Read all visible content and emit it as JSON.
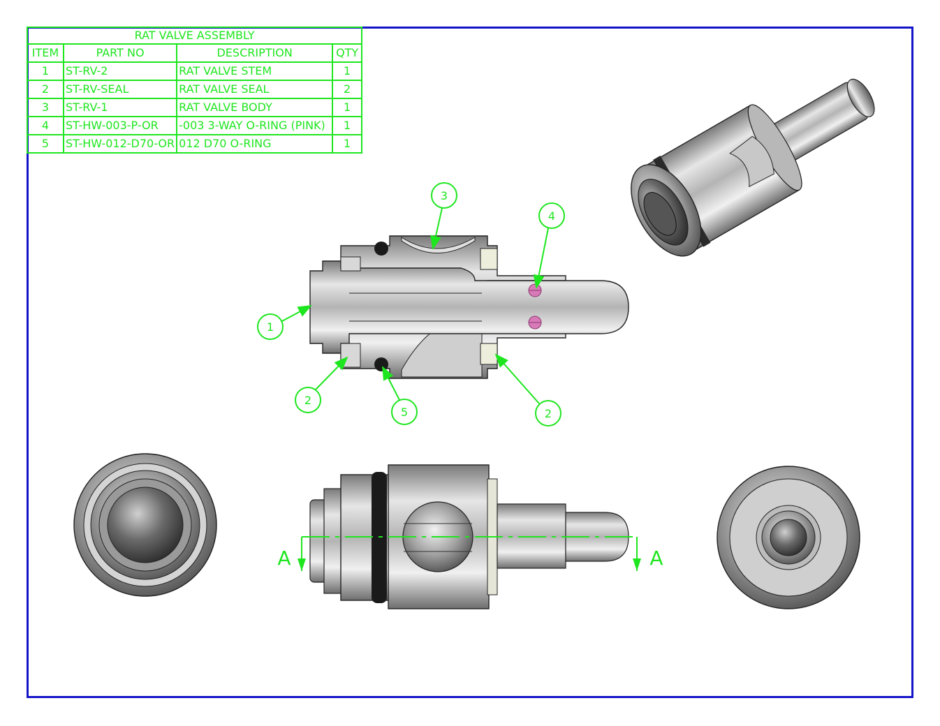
{
  "bom": {
    "title": "RAT VALVE ASSEMBLY",
    "headers": {
      "item": "ITEM",
      "part": "PART NO",
      "desc": "DESCRIPTION",
      "qty": "QTY"
    },
    "rows": [
      {
        "item": "1",
        "part": "ST-RV-2",
        "desc": "RAT VALVE STEM",
        "qty": "1"
      },
      {
        "item": "2",
        "part": "ST-RV-SEAL",
        "desc": "RAT VALVE SEAL",
        "qty": "2"
      },
      {
        "item": "3",
        "part": "ST-RV-1",
        "desc": "RAT VALVE BODY",
        "qty": "1"
      },
      {
        "item": "4",
        "part": "ST-HW-003-P-OR",
        "desc": "-003 3-WAY O-RING (PINK)",
        "qty": "1"
      },
      {
        "item": "5",
        "part": "ST-HW-012-D70-OR",
        "desc": "012 D70 O-RING",
        "qty": "1"
      }
    ]
  },
  "balloons": {
    "b1": "1",
    "b2a": "2",
    "b2b": "2",
    "b3": "3",
    "b4": "4",
    "b5": "5"
  },
  "section": {
    "left": "A",
    "right": "A"
  },
  "colors": {
    "border": "#1414c8",
    "annotation": "#1ee61e",
    "oring_pink": "#d87ab8"
  }
}
